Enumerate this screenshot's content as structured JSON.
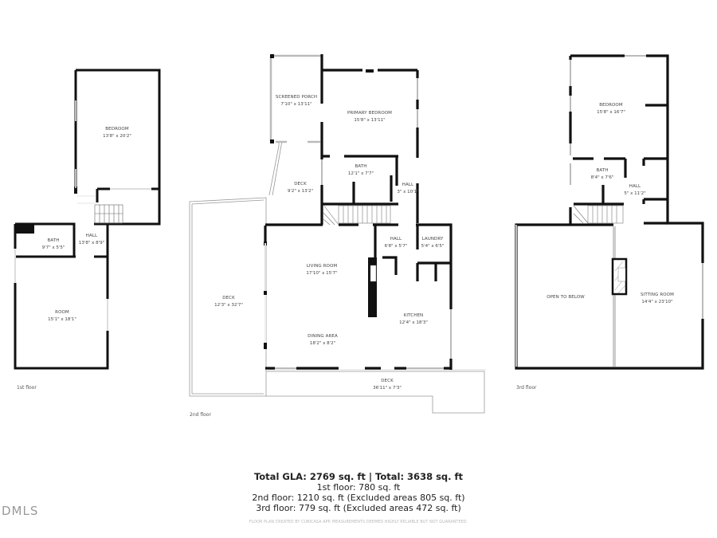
{
  "floors": [
    {
      "label": "1st floor",
      "rooms": [
        {
          "name": "BEDROOM",
          "dims": "13'8\" x 20'2\""
        },
        {
          "name": "BATH",
          "dims": "9'7\" x 5'5\""
        },
        {
          "name": "HALL",
          "dims": "13'8\" x 8'9\""
        },
        {
          "name": "ROOM",
          "dims": "15'1\" x 18'1\""
        }
      ]
    },
    {
      "label": "2nd floor",
      "rooms": [
        {
          "name": "SCREENED PORCH",
          "dims": "7'10\" x 13'11\""
        },
        {
          "name": "PRIMARY BEDROOM",
          "dims": "15'8\" x 13'11\""
        },
        {
          "name": "BATH",
          "dims": "12'1\" x 7'7\""
        },
        {
          "name": "DECK",
          "dims": "9'2\" x 13'2\""
        },
        {
          "name": "HALL",
          "dims": "3\" x 10'1\""
        },
        {
          "name": "HALL",
          "dims": "6'8\" x 5'7\""
        },
        {
          "name": "LAUNDRY",
          "dims": "5'4\" x 6'5\""
        },
        {
          "name": "LIVING ROOM",
          "dims": "17'10\" x 15'7\""
        },
        {
          "name": "DECK",
          "dims": "12'3\" x 32'7\""
        },
        {
          "name": "KITCHEN",
          "dims": "12'4\" x 18'3\""
        },
        {
          "name": "DINING AREA",
          "dims": "18'2\" x 8'2\""
        },
        {
          "name": "DECK",
          "dims": "36'11\" x 7'3\""
        }
      ]
    },
    {
      "label": "3rd floor",
      "rooms": [
        {
          "name": "BEDROOM",
          "dims": "15'8\" x 16'7\""
        },
        {
          "name": "BATH",
          "dims": "8'4\" x 7'6\""
        },
        {
          "name": "HALL",
          "dims": "5\" x 11'2\""
        },
        {
          "name": "OPEN TO BELOW",
          "dims": ""
        },
        {
          "name": "SITTING ROOM",
          "dims": "14'4\" x 23'10\""
        }
      ]
    }
  ],
  "summary": {
    "total": "Total GLA: 2769 sq. ft | Total: 3638 sq. ft",
    "floor1": "1st floor: 780 sq. ft",
    "floor2": "2nd floor: 1210 sq. ft (Excluded areas 805 sq. ft)",
    "floor3": "3rd floor: 779 sq. ft (Excluded areas 472 sq. ft)"
  },
  "disclaimer": "FLOOR PLAN CREATED BY CUBICASA APP. MEASUREMENTS DEEMED HIGHLY RELIABLE BUT NOT GUARANTEED.",
  "watermark": "DMLS",
  "colors": {
    "wall": "#111111",
    "window": "#bbbbbb",
    "deck_line": "#888888",
    "text": "#444444"
  }
}
